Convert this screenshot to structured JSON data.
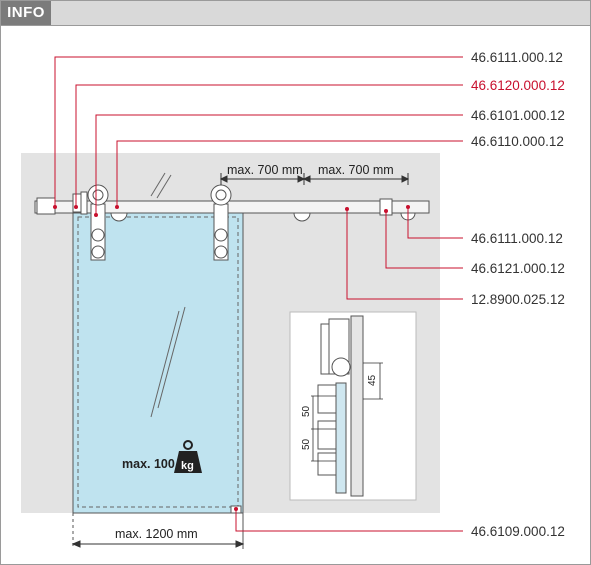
{
  "header": {
    "tab_label": "INFO"
  },
  "diagram": {
    "part_codes": [
      {
        "code": "46.6111.000.12",
        "highlight": false
      },
      {
        "code": "46.6120.000.12",
        "highlight": true
      },
      {
        "code": "46.6101.000.12",
        "highlight": false
      },
      {
        "code": "46.6110.000.12",
        "highlight": false
      },
      {
        "code": "46.6111.000.12",
        "highlight": false
      },
      {
        "code": "46.6121.000.12",
        "highlight": false
      },
      {
        "code": "12.8900.025.12",
        "highlight": false
      },
      {
        "code": "46.6109.000.12",
        "highlight": false
      }
    ],
    "dimensions": {
      "spacing_left": "max. 700 mm",
      "spacing_right": "max. 700 mm",
      "door_width": "max. 1200 mm"
    },
    "weight": {
      "label": "max. 100",
      "unit": "kg"
    },
    "detail_dimensions": {
      "d1": "45",
      "d2": "50",
      "d3": "50"
    },
    "colors": {
      "wall": "#e3e3e3",
      "glass": "#bfe3ef",
      "leader": "#c8102e",
      "highlight_code": "#c8102e",
      "header": "#7b7b7b"
    }
  }
}
